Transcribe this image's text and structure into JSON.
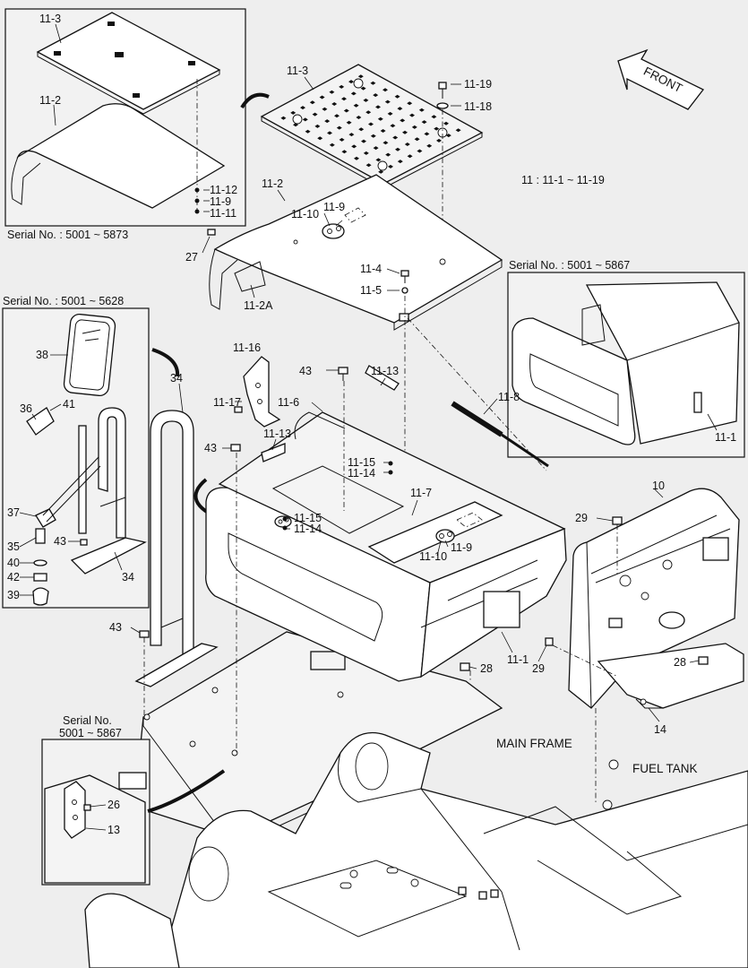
{
  "front_label": "FRONT",
  "assembly_note": "11 : 11-1 ~ 11-19",
  "main_frame_label": "MAIN FRAME",
  "fuel_tank_label": "FUEL TANK",
  "insets": {
    "top_left": "Serial No. : 5001 ~ 5873",
    "right": "Serial No. : 5001 ~ 5867",
    "left": "Serial No. : 5001 ~ 5628",
    "bottom_line1": "Serial No.",
    "bottom_line2": "5001 ~ 5867"
  },
  "callouts": [
    "11-3",
    "11-2",
    "11-12",
    "11-9",
    "11-11",
    "11-3",
    "11-19",
    "11-18",
    "11-2",
    "11-10",
    "11-9",
    "27",
    "11-4",
    "11-5",
    "11-2A",
    "11-1",
    "38",
    "36",
    "41",
    "37",
    "35",
    "43",
    "40",
    "42",
    "39",
    "34",
    "34",
    "11-16",
    "11-17",
    "43",
    "43",
    "11-13",
    "11-6",
    "11-13",
    "11-15",
    "11-14",
    "11-15",
    "11-14",
    "11-7",
    "11-9",
    "11-10",
    "11-8",
    "10",
    "29",
    "29",
    "28",
    "28",
    "14",
    "11-1",
    "43",
    "26",
    "13"
  ]
}
